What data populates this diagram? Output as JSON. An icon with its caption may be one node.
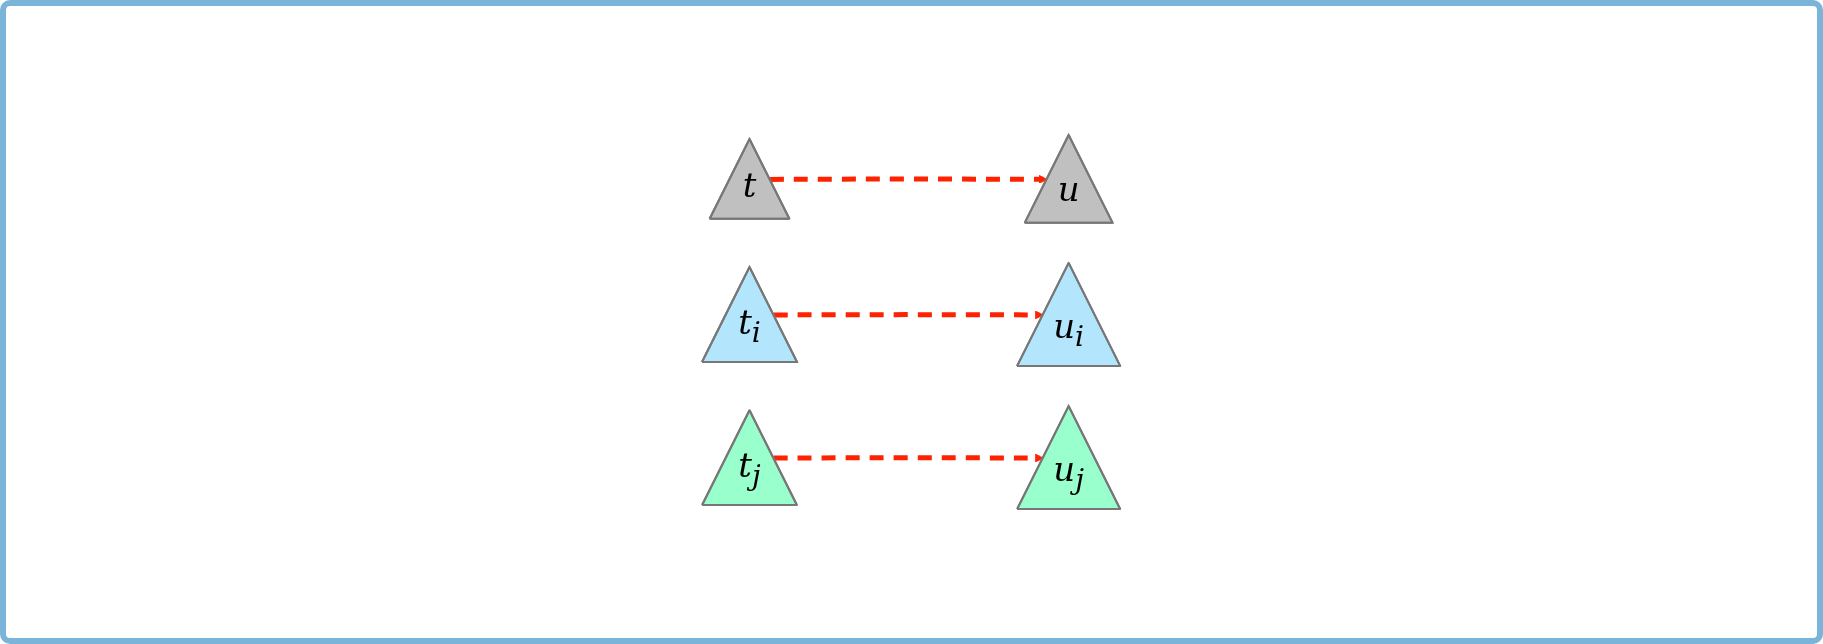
{
  "diagram": {
    "nodes": [
      {
        "text": [
          "t"
        ]
      },
      {
        "text": [
          "t$_{i}$"
        ]
      },
      {
        "text": [
          "t$_{j}$"
        ]
      },
      {
        "text": [
          "u"
        ]
      },
      {
        "text": [
          "u$_{j}$"
        ]
      },
      {
        "text": [
          "u$_{i}$"
        ]
      }
    ],
    "edges": [
      {
        "from": 0,
        "to": 3,
        "arrow": "to",
        "style": "dashed",
        "color": "#ff2200"
      },
      {
        "from": 2,
        "to": 4,
        "arrow": "to",
        "style": "dashed",
        "color": "#ff2200"
      },
      {
        "from": 1,
        "to": 5,
        "arrow": "to",
        "style": "dashed",
        "color": "#ff2200"
      }
    ]
  }
}
